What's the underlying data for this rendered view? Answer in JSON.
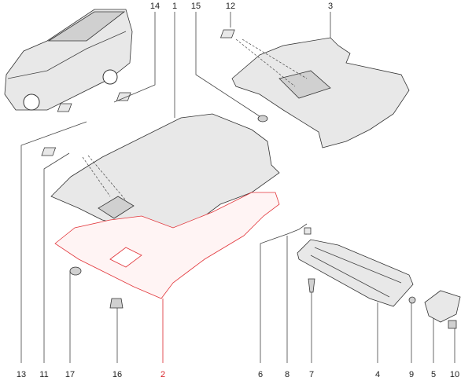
{
  "diagram": {
    "highlight_color": "#d9262c",
    "callouts_top": [
      "14",
      "1",
      "15",
      "12",
      "3"
    ],
    "callouts_bottom": [
      "13",
      "11",
      "17",
      "16",
      "2",
      "6",
      "8",
      "7",
      "4",
      "9",
      "5",
      "10"
    ]
  }
}
